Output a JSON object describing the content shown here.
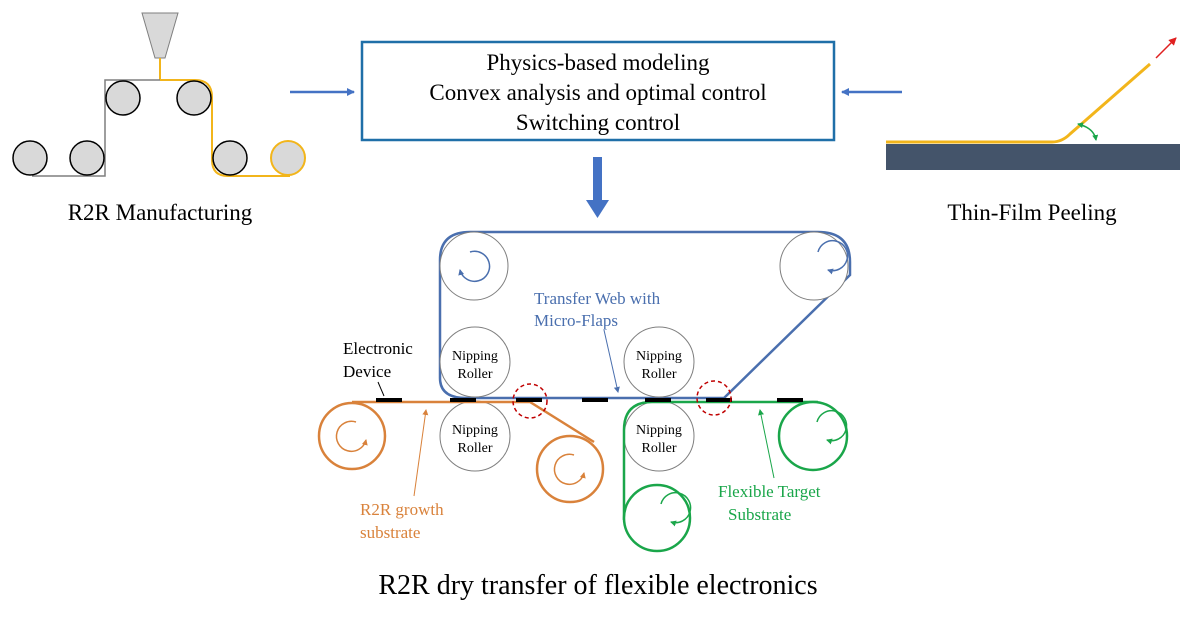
{
  "center_box": {
    "line1": "Physics-based modeling",
    "line2": "Convex analysis and optimal control",
    "line3": "Switching control"
  },
  "left_panel": {
    "caption": "R2R Manufacturing"
  },
  "right_panel": {
    "caption": "Thin-Film Peeling"
  },
  "bottom": {
    "caption": "R2R dry transfer of flexible electronics",
    "transfer_web_label_1": "Transfer Web with",
    "transfer_web_label_2": "Micro-Flaps",
    "electronic_device_label_1": "Electronic",
    "electronic_device_label_2": "Device",
    "nipping_roller_line1": "Nipping",
    "nipping_roller_line2": "Roller",
    "growth_substrate_label_1": "R2R growth",
    "growth_substrate_label_2": "substrate",
    "target_substrate_label_1": "Flexible Target",
    "target_substrate_label_2": "Substrate"
  },
  "colors": {
    "box_border": "#1f6fa8",
    "arrow": "#4472c4",
    "transfer_web": "#4a6fae",
    "growth_substrate": "#d9823b",
    "target_substrate": "#1aa64a",
    "film": "#f2b51b",
    "substrate_block": "#44546a",
    "peel_force": "#e02020",
    "peel_angle": "#1aa64a",
    "highlight_circle": "#c00000",
    "roller_fill": "#d9d9d9"
  }
}
